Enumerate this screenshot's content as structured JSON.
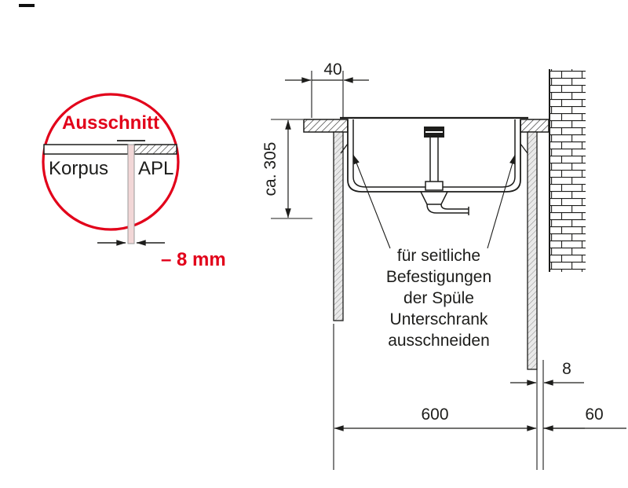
{
  "page": {
    "background": "#ffffff"
  },
  "colors": {
    "accent_red": "#e2001a",
    "ink": "#1d1d1b",
    "cutout_strip_fill": "#f2d7d7",
    "panel_fill": "#e9e9e9"
  },
  "detail_view": {
    "title": "Ausschnitt",
    "korpus_label": "Korpus",
    "apl_label": "APL",
    "offset_label": "– 8 mm"
  },
  "section_view": {
    "dim_overhang": "40",
    "dim_depth": "ca. 305",
    "dim_gap": "8",
    "dim_cabinet_width": "600",
    "dim_wall": "60",
    "note_lines": [
      "für seitliche",
      "Befestigungen",
      "der Spüle",
      "Unterschrank",
      "ausschneiden"
    ]
  }
}
